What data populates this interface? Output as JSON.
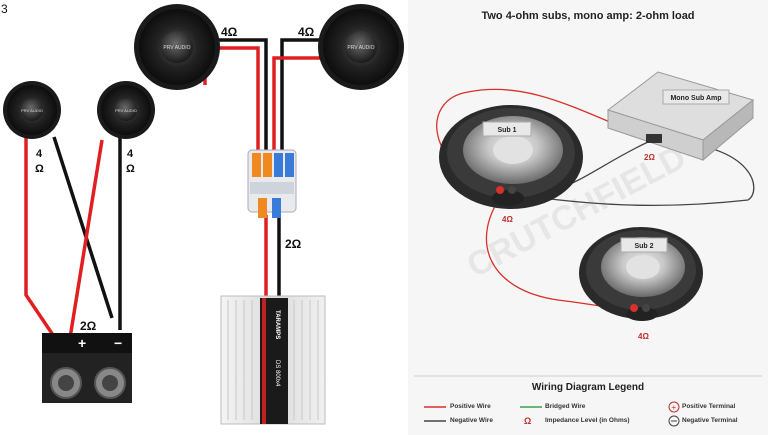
{
  "page_number": "3",
  "left": {
    "speakers": [
      {
        "brand": "PRV AUDIO"
      },
      {
        "brand": "PRV AUDIO"
      },
      {
        "brand": "PRV AUDIO"
      },
      {
        "brand": "PRV AUDIO"
      }
    ],
    "labels": {
      "ohm_left_a": "4",
      "ohm_left_b": "Ω",
      "ohm_right_a": "4",
      "ohm_right_b": "Ω",
      "terminal_load": "2Ω",
      "plus": "+",
      "minus": "−",
      "top_left_ohm": "4Ω",
      "top_right_ohm": "4Ω",
      "connector_load": "2Ω",
      "amp_brand": "TARAMPS",
      "amp_model": "DS 800x4"
    }
  },
  "right": {
    "title": "Two 4-ohm subs, mono amp: 2-ohm load",
    "amp_label": "Mono Sub Amp",
    "sub1_label": "Sub 1",
    "sub2_label": "Sub 2",
    "amp_load": "2Ω",
    "sub1_load": "4Ω",
    "sub2_load": "4Ω",
    "watermark": "CRUTCHFIELD",
    "legend": {
      "title": "Wiring Diagram Legend",
      "positive_wire": "Positive Wire",
      "negative_wire": "Negative Wire",
      "bridged_wire": "Bridged Wire",
      "impedance": "Impedance Level (in Ohms)",
      "impedance_symbol": "Ω",
      "positive_terminal": "Positive Terminal",
      "negative_terminal": "Negative Terminal"
    },
    "colors": {
      "positive": "#d8302a",
      "negative": "#444444",
      "bridged": "#3aa04a"
    }
  }
}
